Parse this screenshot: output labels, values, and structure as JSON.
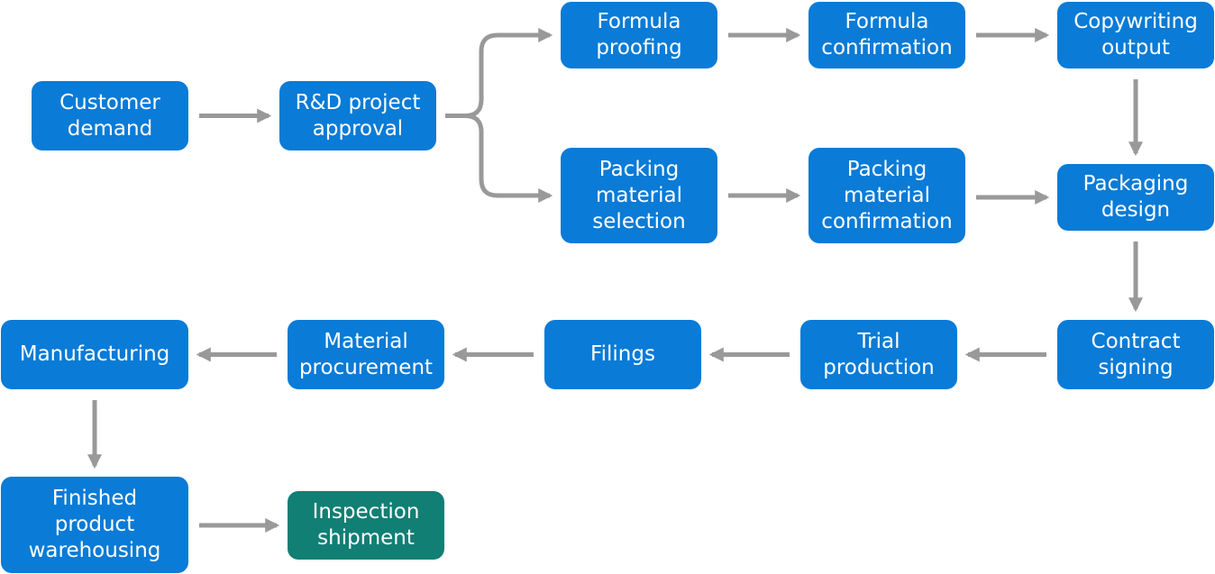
{
  "colors": {
    "node_fill": "#0a7bd6",
    "final_node_fill": "#117f74",
    "node_text": "#ffffff",
    "arrow": "#999999",
    "background": "#ffffff"
  },
  "nodes": {
    "customer_demand": "Customer\ndemand",
    "rd_project_approval": "R&D project\napproval",
    "formula_proofing": "Formula\nproofing",
    "formula_confirmation": "Formula\nconfirmation",
    "copywriting_output": "Copywriting\noutput",
    "packing_material_selection": "Packing\nmaterial\nselection",
    "packing_material_confirmation": "Packing\nmaterial\nconfirmation",
    "packaging_design": "Packaging\ndesign",
    "contract_signing": "Contract\nsigning",
    "trial_production": "Trial\nproduction",
    "filings": "Filings",
    "material_procurement": "Material\nprocurement",
    "manufacturing": "Manufacturing",
    "finished_product_warehousing": "Finished\nproduct\nwarehousing",
    "inspection_shipment": "Inspection\nshipment"
  },
  "edges": [
    [
      "customer_demand",
      "rd_project_approval"
    ],
    [
      "rd_project_approval",
      "formula_proofing"
    ],
    [
      "rd_project_approval",
      "packing_material_selection"
    ],
    [
      "formula_proofing",
      "formula_confirmation"
    ],
    [
      "formula_confirmation",
      "copywriting_output"
    ],
    [
      "copywriting_output",
      "packaging_design"
    ],
    [
      "packing_material_selection",
      "packing_material_confirmation"
    ],
    [
      "packing_material_confirmation",
      "packaging_design"
    ],
    [
      "packaging_design",
      "contract_signing"
    ],
    [
      "contract_signing",
      "trial_production"
    ],
    [
      "trial_production",
      "filings"
    ],
    [
      "filings",
      "material_procurement"
    ],
    [
      "material_procurement",
      "manufacturing"
    ],
    [
      "manufacturing",
      "finished_product_warehousing"
    ],
    [
      "finished_product_warehousing",
      "inspection_shipment"
    ]
  ]
}
